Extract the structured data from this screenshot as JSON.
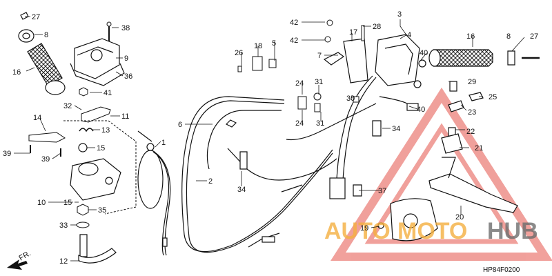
{
  "diagram": {
    "code": "HP84F0200",
    "direction_label": "FR.",
    "callouts": {
      "c1": "1",
      "c2": "2",
      "c3": "3",
      "c4": "4",
      "c5": "5",
      "c6": "6",
      "c7": "7",
      "c8_left": "8",
      "c8_right": "8",
      "c9": "9",
      "c10": "10",
      "c11": "11",
      "c12": "12",
      "c13": "13",
      "c14": "14",
      "c15a": "15",
      "c15b": "15",
      "c16_left": "16",
      "c16_right": "16",
      "c17": "17",
      "c18": "18",
      "c19": "19",
      "c20": "20",
      "c21": "21",
      "c22": "22",
      "c23": "23",
      "c24a": "24",
      "c24b": "24",
      "c25": "25",
      "c26": "26",
      "c27_left": "27",
      "c27_right": "27",
      "c28": "28",
      "c29": "29",
      "c30": "30",
      "c31a": "31",
      "c31b": "31",
      "c32": "32",
      "c33": "33",
      "c34a": "34",
      "c34b": "34",
      "c35": "35",
      "c36": "36",
      "c37": "37",
      "c38": "38",
      "c39a": "39",
      "c39b": "39",
      "c40a": "40",
      "c40b": "40",
      "c41": "41",
      "c42a": "42",
      "c42b": "42"
    }
  },
  "watermark": {
    "text_auto": "AUTO",
    "text_moto": "MOTO",
    "text_hub": "HUB",
    "color_orange": "#f5b041",
    "color_gray": "#6d6d6d",
    "color_red": "#e5534b"
  }
}
